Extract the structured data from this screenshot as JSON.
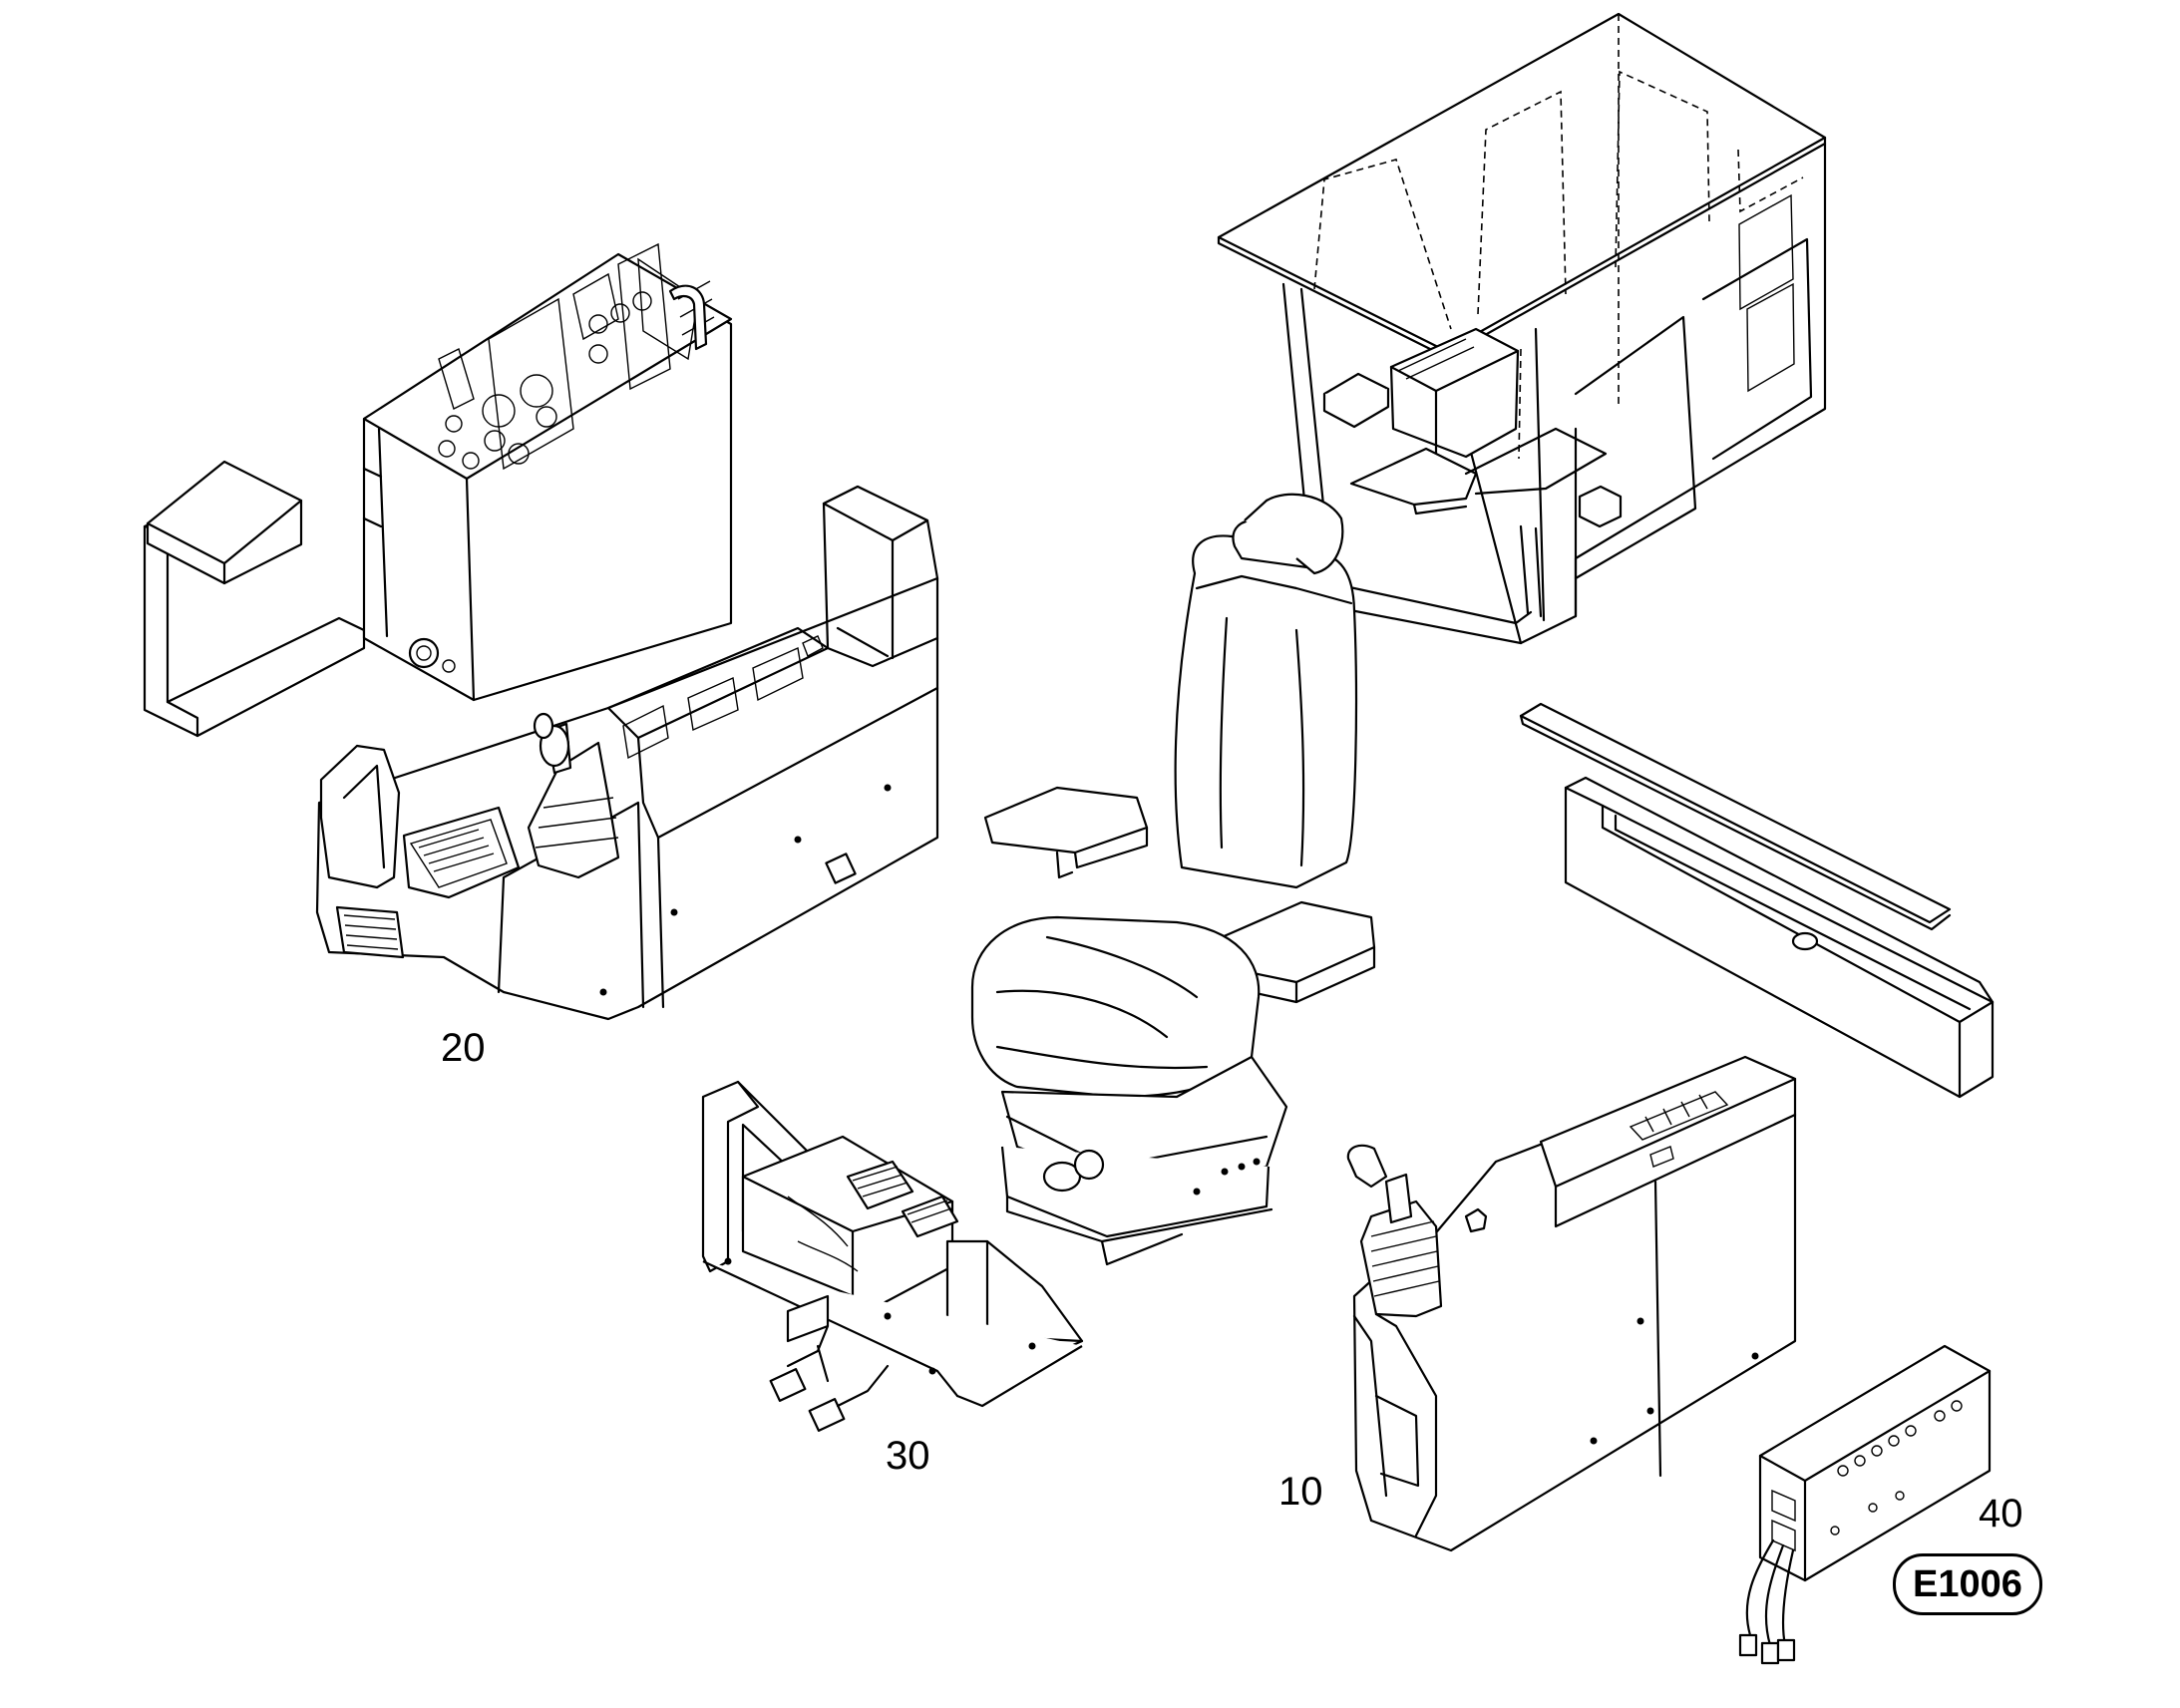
{
  "drawing": {
    "reference_code": "E1006",
    "callouts": [
      {
        "id": "callout-10",
        "label": "10"
      },
      {
        "id": "callout-20",
        "label": "20"
      },
      {
        "id": "callout-30",
        "label": "30"
      },
      {
        "id": "callout-40",
        "label": "40"
      }
    ],
    "parts": [
      "cab",
      "seat",
      "left-console",
      "right-console",
      "pedal-assembly",
      "control-box",
      "cover-channel"
    ]
  }
}
